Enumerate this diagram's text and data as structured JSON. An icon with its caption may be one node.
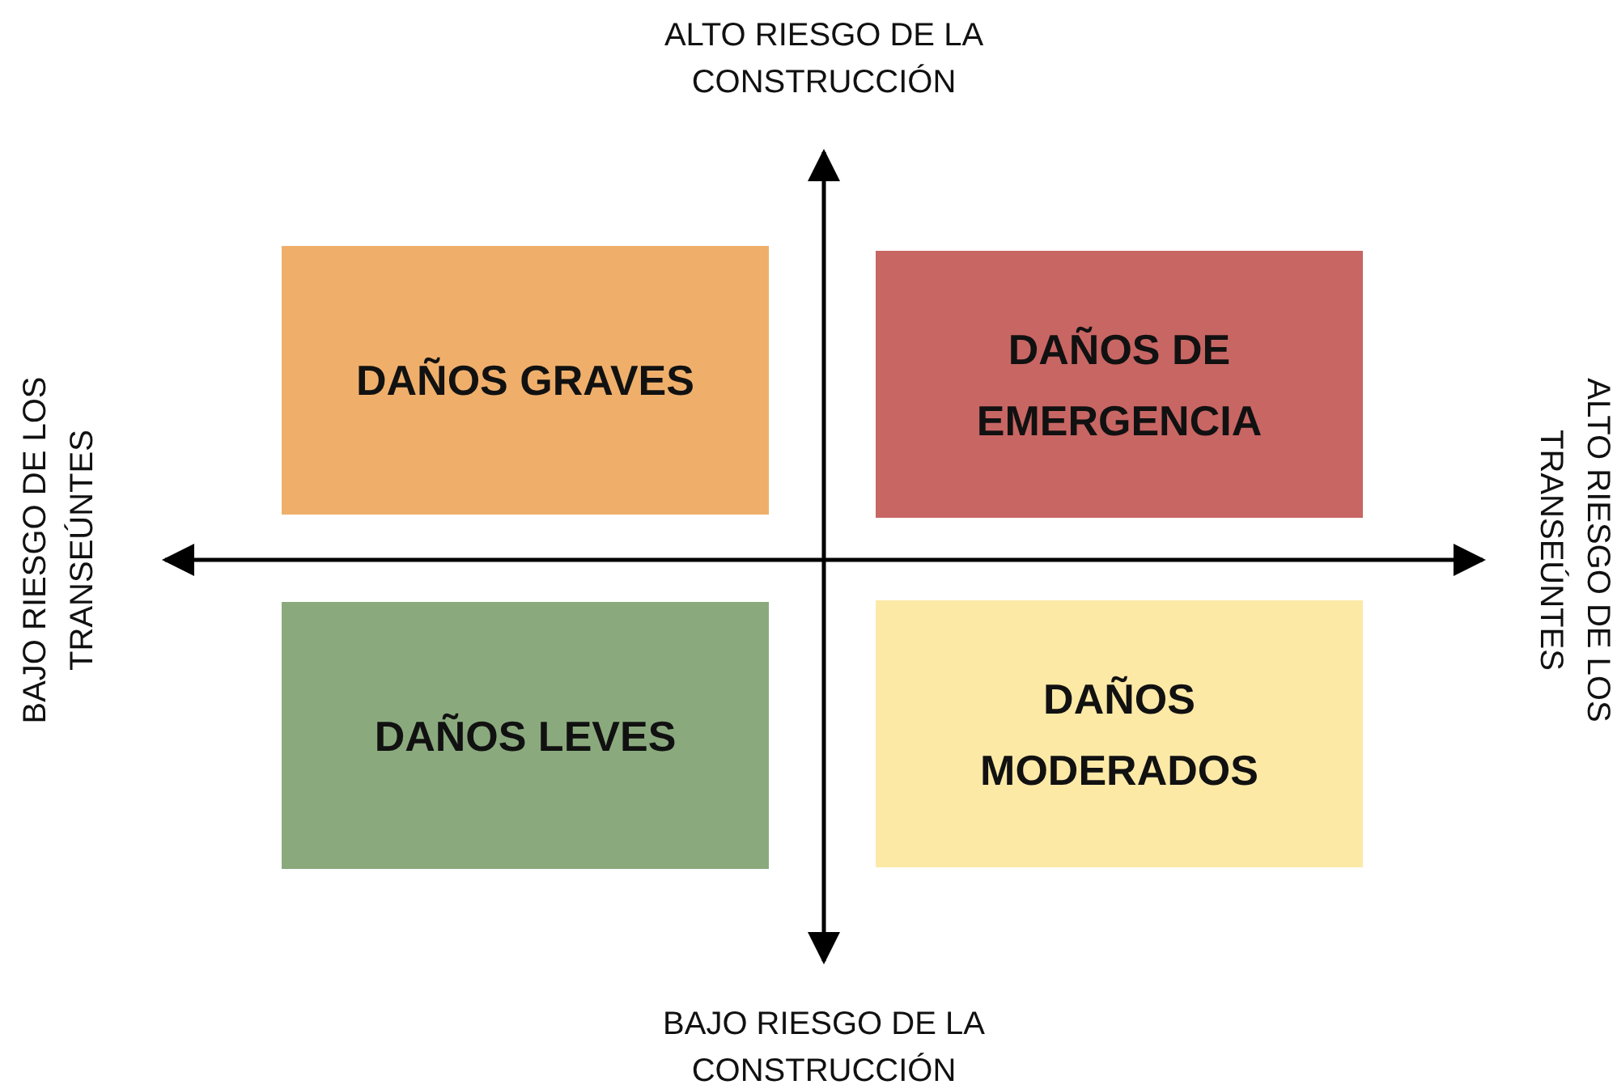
{
  "diagram": {
    "nodes": [
      {
        "text": [
          "DAÑOS GRAVES"
        ]
      },
      {
        "text": [
          "DAÑOS DE EMERGENCIA"
        ]
      },
      {
        "text": [
          "DAÑOS LEVES"
        ]
      },
      {
        "text": [
          "DAÑOS MODERADOS"
        ]
      }
    ],
    "labels": [
      "ALTO RIESGO DE LA CONSTRUCCIÓN",
      "BAJO RIESGO DE LOS TRANSEÚNTES",
      "ALTO RIESGO DE LOS TRANSEÚNTES",
      "BAJO RIESGO DE LA CONSTRUCCIÓN"
    ]
  }
}
